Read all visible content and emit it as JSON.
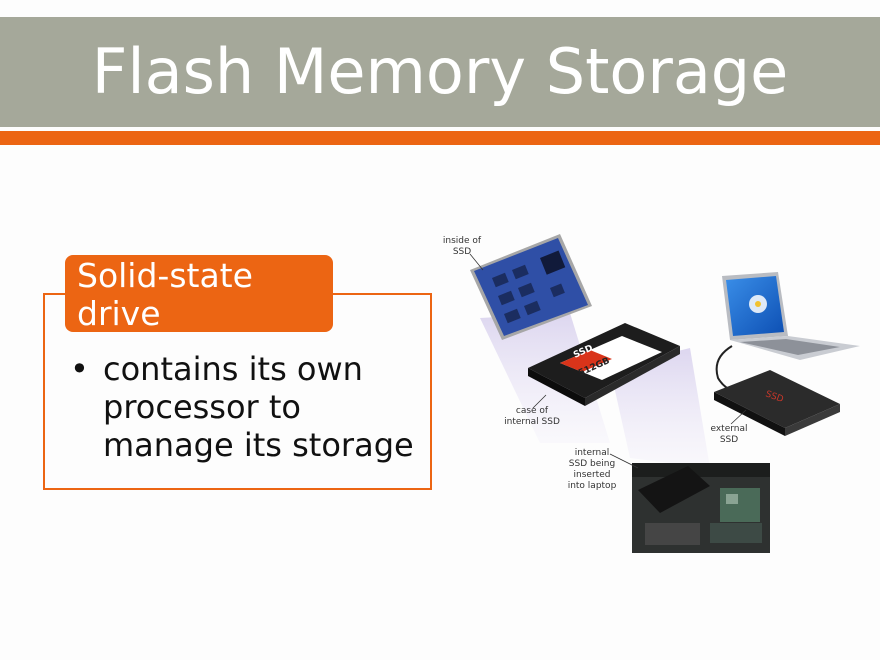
{
  "slide": {
    "title": "Flash Memory Storage",
    "colors": {
      "title_band": "#a5a89a",
      "accent": "#ec6513",
      "title_text": "#ffffff"
    }
  },
  "content": {
    "heading": "Solid-state drive",
    "bullets": [
      "contains its own processor to manage its storage"
    ]
  },
  "figure": {
    "labels": {
      "inside": "inside of\nSSD",
      "case": "case of\ninternal SSD",
      "internal": "internal\nSSD being\ninserted\ninto laptop",
      "external": "external\nSSD"
    },
    "case_brand": "SSD",
    "case_capacity": "512GB"
  }
}
